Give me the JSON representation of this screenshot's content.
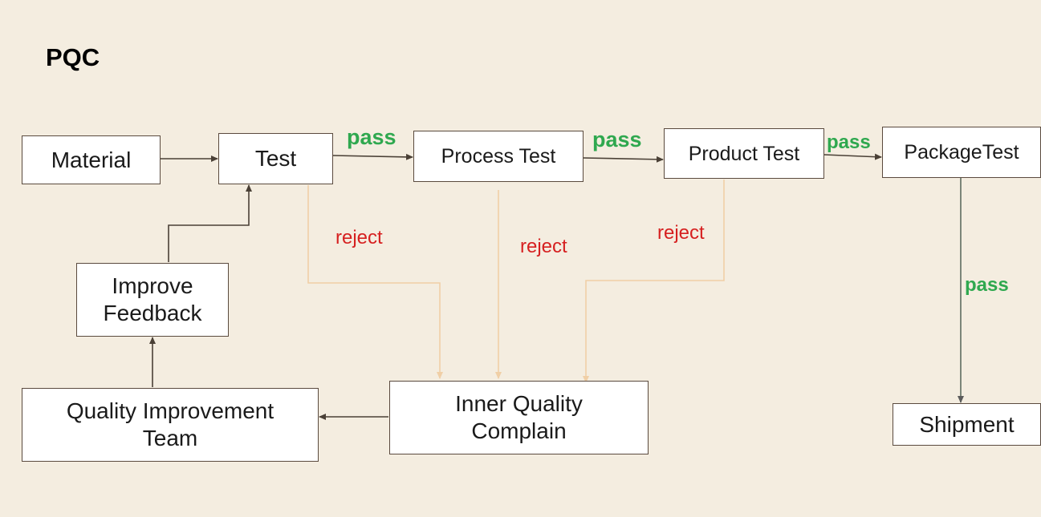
{
  "title": "PQC",
  "nodes": {
    "material": "Material",
    "test": "Test",
    "process_test": "Process Test",
    "product_test": "Product Test",
    "package_test": "PackageTest",
    "shipment": "Shipment",
    "improve_feedback": [
      "Improve",
      "Feedback"
    ],
    "quality_improvement_team": [
      "Quality Improvement",
      "Team"
    ],
    "inner_quality_complain": [
      "Inner Quality",
      "Complain"
    ]
  },
  "edge_labels": {
    "test_to_process": "pass",
    "process_to_product": "pass",
    "product_to_package": "pass",
    "package_to_shipment": "pass",
    "test_reject": "reject",
    "process_reject": "reject",
    "product_reject": "reject"
  },
  "colors": {
    "background": "#f4ede0",
    "pass_label": "#2fa84f",
    "reject_label": "#d62020",
    "main_arrow": "#4a4036",
    "reject_arrow": "#f0cfa6",
    "pass_vertical_arrow": "#6f7a6e"
  }
}
